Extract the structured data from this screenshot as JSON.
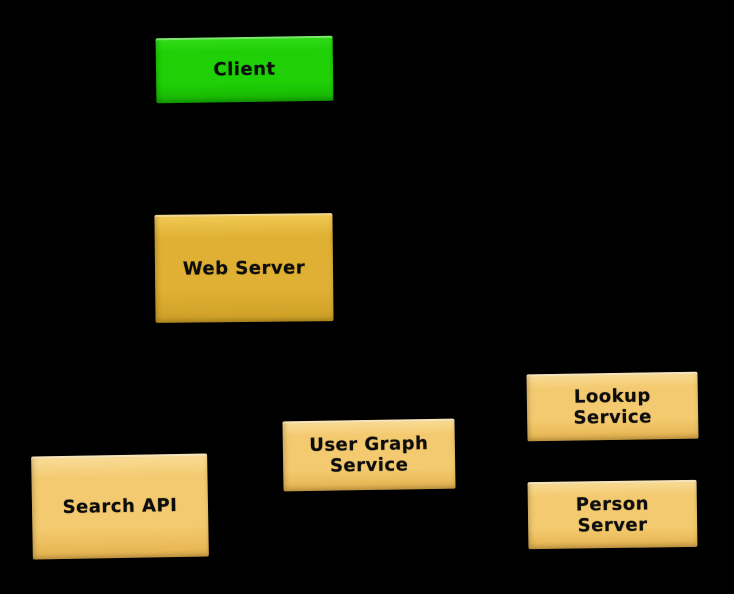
{
  "diagram": {
    "type": "architecture-diagram",
    "style": "scruffy-boxes-on-black",
    "background_color": "#000000",
    "text_color": "#0d0d0d",
    "nodes": [
      {
        "id": "client",
        "label": "Client",
        "fill": "#1fd007",
        "fill_top": "#33de1a",
        "fill_bottom": "#16b400"
      },
      {
        "id": "web-server",
        "label": "Web Server",
        "fill": "#dfb033",
        "fill_top": "#f2cb55",
        "fill_bottom": "#cd9f26"
      },
      {
        "id": "search-api",
        "label": "Search API",
        "fill": "#f3ca6f",
        "fill_top": "#fadd9a",
        "fill_bottom": "#e5b24e"
      },
      {
        "id": "user-graph-service",
        "label": "User Graph\nService",
        "fill": "#f3ca6f",
        "fill_top": "#fadd9a",
        "fill_bottom": "#e5b24e"
      },
      {
        "id": "lookup-service",
        "label": "Lookup\nService",
        "fill": "#f3ca6f",
        "fill_top": "#fadd9a",
        "fill_bottom": "#e5b24e"
      },
      {
        "id": "person-server",
        "label": "Person\nServer",
        "fill": "#f3ca6f",
        "fill_top": "#fadd9a",
        "fill_bottom": "#e5b24e"
      }
    ]
  }
}
